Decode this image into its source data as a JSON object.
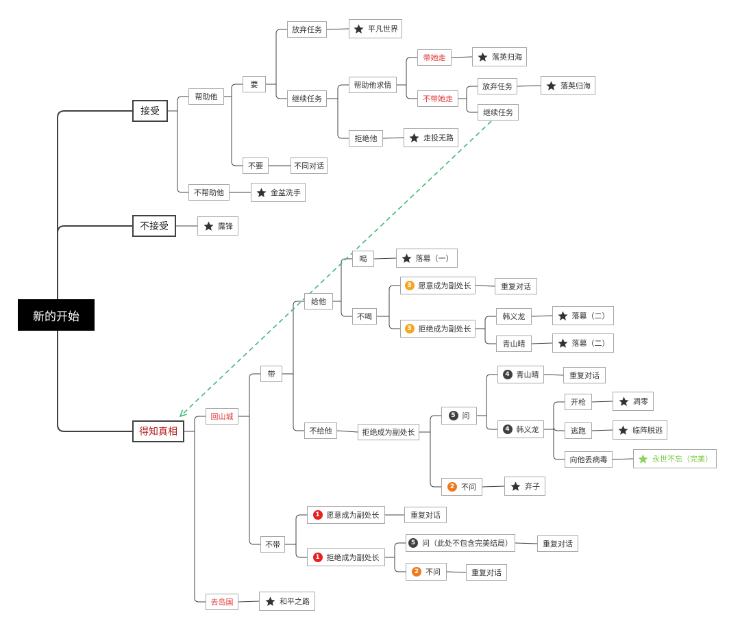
{
  "colors": {
    "line": "#404040",
    "dashed_link": "#3cb878",
    "red_text": "#e03838",
    "green_text": "#7ac943",
    "badge_1": "#e82020",
    "badge_2": "#f07a1a",
    "badge_3": "#f5a623",
    "badge_4": "#404040",
    "badge_5": "#404040"
  },
  "icons": {
    "ending": "star-icon",
    "step": "number-badge"
  },
  "root": "新的开始",
  "accept": {
    "label": "接受",
    "help": {
      "label": "帮助他",
      "want": {
        "label": "要",
        "give_up": {
          "label": "放弃任务",
          "ending": "平凡世界"
        },
        "continue": {
          "label": "继续任务",
          "plead": {
            "label": "帮助他求情",
            "take_her": {
              "label": "带她走",
              "ending": "落英归海"
            },
            "leave_her": {
              "label": "不带她走",
              "give_up": {
                "label": "放弃任务",
                "ending": "落英归海"
              },
              "continue": {
                "label": "继续任务"
              }
            }
          },
          "refuse": {
            "label": "拒绝他",
            "ending": "走投无路"
          }
        }
      },
      "dont_want": {
        "label": "不要",
        "next": "不同对话"
      }
    },
    "no_help": {
      "label": "不帮助他",
      "ending": "金盆洗手"
    }
  },
  "decline": {
    "label": "不接受",
    "ending": "露锋"
  },
  "truth": {
    "label": "得知真相",
    "return_city": {
      "label": "回山城",
      "bring": {
        "label": "带",
        "give": {
          "label": "给他",
          "drink": {
            "label": "喝",
            "ending": "落幕（一）"
          },
          "no_drink": {
            "label": "不喝",
            "accept_deputy": {
              "badge": "3",
              "label": "愿意成为副处长",
              "next": "重复对话"
            },
            "refuse_deputy": {
              "badge": "3",
              "label": "拒绝成为副处长",
              "han": {
                "label": "韩义龙",
                "ending": "落幕（二）"
              },
              "qing": {
                "label": "青山晴",
                "ending": "落幕（二）"
              }
            }
          }
        },
        "no_give": {
          "label": "不给他",
          "refuse_deputy": {
            "label": "拒绝成为副处长",
            "ask": {
              "badge": "5",
              "label": "问",
              "qing": {
                "badge": "4",
                "label": "青山晴",
                "next": "重复对话"
              },
              "han": {
                "badge": "4",
                "label": "韩义龙",
                "shoot": {
                  "label": "开枪",
                  "ending": "凋零"
                },
                "flee": {
                  "label": "逃跑",
                  "ending": "临阵脱逃"
                },
                "toss": {
                  "label": "向他丢病毒",
                  "ending": "永世不忘（完美）"
                }
              }
            },
            "no_ask": {
              "badge": "2",
              "label": "不问",
              "ending": "弃子"
            }
          }
        }
      },
      "no_bring": {
        "label": "不带",
        "accept_deputy": {
          "badge": "1",
          "label": "愿意成为副处长",
          "next": "重复对话"
        },
        "refuse_deputy": {
          "badge": "1",
          "label": "拒绝成为副处长",
          "ask": {
            "badge": "5",
            "label": "问（此处不包含完美结局）",
            "next": "重复对话"
          },
          "no_ask": {
            "badge": "2",
            "label": "不问",
            "next": "重复对话"
          }
        }
      }
    },
    "island": {
      "label": "去岛国",
      "ending": "和平之路"
    }
  }
}
